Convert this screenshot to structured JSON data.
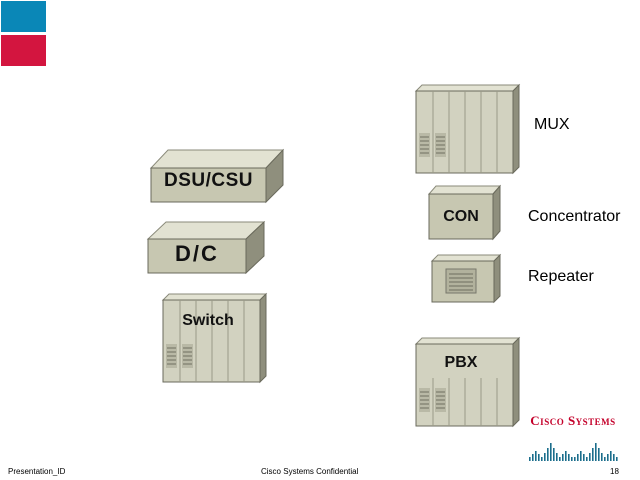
{
  "accent_colors": {
    "blue": "#0a87b7",
    "red": "#d3153f",
    "cisco_red": "#c4002a",
    "cisco_blue": "#1c6e8c"
  },
  "devices": {
    "dsu_csu": {
      "label": "DSU/CSU",
      "icon": "dsu-csu-icon"
    },
    "dc": {
      "label": "D/C",
      "icon": "dc-icon"
    },
    "switch": {
      "label": "Switch",
      "icon": "switch-icon"
    },
    "mux": {
      "label": "MUX",
      "icon": "mux-icon"
    },
    "con": {
      "label": "CON",
      "icon": "concentrator-icon"
    },
    "repeater": {
      "icon": "repeater-icon"
    },
    "pbx": {
      "label": "PBX",
      "icon": "pbx-icon"
    }
  },
  "labels": {
    "mux": "MUX",
    "concentrator": "Concentrator",
    "repeater": "Repeater"
  },
  "footer": {
    "presentation_id": "Presentation_ID",
    "confidential": "Cisco Systems Confidential",
    "page_number": "18"
  },
  "logo": {
    "text": "Cisco Systems",
    "icon": "cisco-bridge-logo"
  }
}
